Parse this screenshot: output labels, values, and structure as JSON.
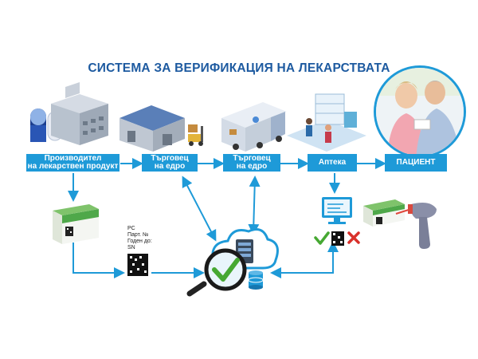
{
  "title": "СИСТЕМА ЗА ВЕРИФИКАЦИЯ НА ЛЕКАРСТВАТА",
  "stages": [
    {
      "line1": "Производител",
      "line2": "на лекарствен продукт"
    },
    {
      "line1": "Търговец",
      "line2": "на едро"
    },
    {
      "line1": "Търговец",
      "line2": "на едро"
    },
    {
      "line1": "Аптека",
      "line2": ""
    },
    {
      "line1": "ПАЦИЕНТ",
      "line2": ""
    }
  ],
  "pack_labels": {
    "pc": "PC",
    "batch": "Парт. №",
    "expiry": "Годен до:",
    "sn": "SN"
  },
  "colors": {
    "accent": "#1e9ad8",
    "title": "#1d5aa0",
    "check": "#46a832",
    "cross": "#d9312b"
  }
}
